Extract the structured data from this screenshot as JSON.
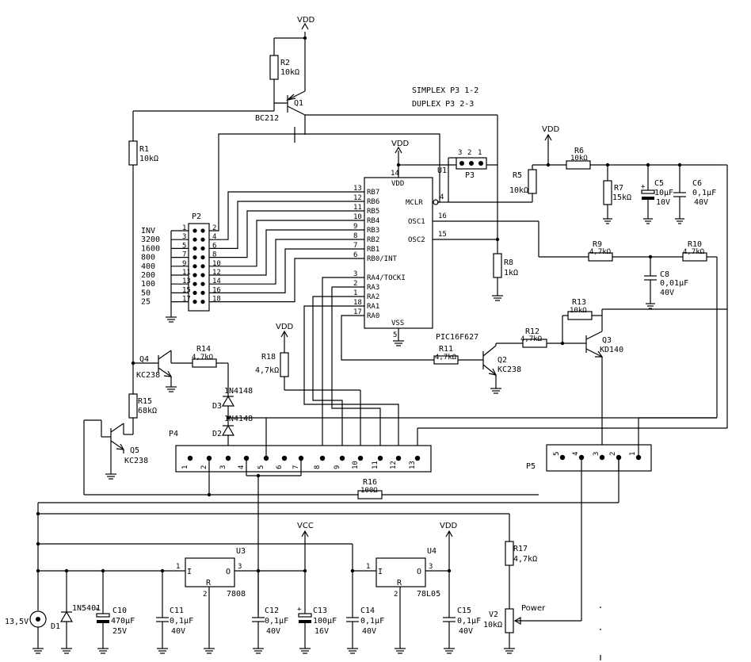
{
  "notes": {
    "simplex": "SIMPLEX  P3 1-2",
    "duplex": "DUPLEX   P3 2-3"
  },
  "power": {
    "vdd": "VDD",
    "vcc": "VCC",
    "supply": "13,5V",
    "power_label": "Power"
  },
  "u1": {
    "ref": "U1",
    "part": "PIC16F627",
    "pins_left": [
      {
        "num": "13",
        "name": "RB7"
      },
      {
        "num": "12",
        "name": "RB6"
      },
      {
        "num": "11",
        "name": "RB5"
      },
      {
        "num": "10",
        "name": "RB4"
      },
      {
        "num": "9",
        "name": "RB3"
      },
      {
        "num": "8",
        "name": "RB2"
      },
      {
        "num": "7",
        "name": "RB1"
      },
      {
        "num": "6",
        "name": "RB0/INT"
      },
      {
        "num": "3",
        "name": "RA4/TOCKI"
      },
      {
        "num": "2",
        "name": "RA3"
      },
      {
        "num": "1",
        "name": "RA2"
      },
      {
        "num": "18",
        "name": "RA1"
      },
      {
        "num": "17",
        "name": "RA0"
      }
    ],
    "vdd_pin": {
      "num": "14",
      "name": "VDD"
    },
    "vss_pin": {
      "num": "5",
      "name": "VSS"
    },
    "mclr": {
      "num": "4",
      "name": "MCLR"
    },
    "osc1": {
      "num": "16",
      "name": "OSC1"
    },
    "osc2": {
      "num": "15",
      "name": "OSC2"
    }
  },
  "p2": {
    "ref": "P2",
    "labels": [
      "INV",
      "3200",
      "1600",
      "800",
      "400",
      "200",
      "100",
      "50",
      "25"
    ],
    "left_pins": [
      "1",
      "3",
      "5",
      "7",
      "9",
      "11",
      "13",
      "15",
      "17"
    ],
    "right_pins": [
      "2",
      "4",
      "6",
      "8",
      "10",
      "12",
      "14",
      "16",
      "18"
    ]
  },
  "p3": {
    "ref": "P3",
    "pins": [
      "3",
      "2",
      "1"
    ]
  },
  "p4": {
    "ref": "P4",
    "pins": [
      "1",
      "2",
      "3",
      "4",
      "5",
      "6",
      "7",
      "8",
      "9",
      "10",
      "11",
      "12",
      "13"
    ]
  },
  "p5": {
    "ref": "P5",
    "pins": [
      "5",
      "4",
      "3",
      "2",
      "1"
    ]
  },
  "resistors": {
    "r1": {
      "ref": "R1",
      "val": "10kΩ"
    },
    "r2": {
      "ref": "R2",
      "val": "10kΩ"
    },
    "r5": {
      "ref": "R5",
      "val": "10kΩ"
    },
    "r6": {
      "ref": "R6",
      "val": "10kΩ"
    },
    "r7": {
      "ref": "R7",
      "val": "15kΩ"
    },
    "r8": {
      "ref": "R8",
      "val": "1kΩ"
    },
    "r9": {
      "ref": "R9",
      "val": "4,7kΩ"
    },
    "r10": {
      "ref": "R10",
      "val": "4,7kΩ"
    },
    "r11": {
      "ref": "R11",
      "val": "4,7kΩ"
    },
    "r12": {
      "ref": "R12",
      "val": "4,7kΩ"
    },
    "r13": {
      "ref": "R13",
      "val": "10kΩ"
    },
    "r14": {
      "ref": "R14",
      "val": "4,7kΩ"
    },
    "r15": {
      "ref": "R15",
      "val": "68kΩ"
    },
    "r16": {
      "ref": "R16",
      "val": "100Ω"
    },
    "r17": {
      "ref": "R17",
      "val": "4,7kΩ"
    },
    "r18": {
      "ref": "R18",
      "val": "4,7kΩ"
    }
  },
  "capacitors": {
    "c5": {
      "ref": "C5",
      "val": "10µF",
      "v": "10V"
    },
    "c6": {
      "ref": "C6",
      "val": "0,1µF",
      "v": "40V"
    },
    "c8": {
      "ref": "C8",
      "val": "0,01µF",
      "v": "40V"
    },
    "c10": {
      "ref": "C10",
      "val": "470µF",
      "v": "25V"
    },
    "c11": {
      "ref": "C11",
      "val": "0,1µF",
      "v": "40V"
    },
    "c12": {
      "ref": "C12",
      "val": "0,1µF",
      "v": "40V"
    },
    "c13": {
      "ref": "C13",
      "val": "100µF",
      "v": "16V"
    },
    "c14": {
      "ref": "C14",
      "val": "0,1µF",
      "v": "40V"
    },
    "c15": {
      "ref": "C15",
      "val": "0,1µF",
      "v": "40V"
    }
  },
  "transistors": {
    "q1": {
      "ref": "Q1",
      "part": "BC212"
    },
    "q2": {
      "ref": "Q2",
      "part": "KC238"
    },
    "q3": {
      "ref": "Q3",
      "part": "KD140"
    },
    "q4": {
      "ref": "Q4",
      "part": "KC238"
    },
    "q5": {
      "ref": "Q5",
      "part": "KC238"
    }
  },
  "diodes": {
    "d1": {
      "ref": "D1",
      "part": "1N5401"
    },
    "d2": {
      "ref": "D2",
      "part": "1N4148"
    },
    "d3": {
      "ref": "D3",
      "part": "1N4148"
    }
  },
  "regulators": {
    "u3": {
      "ref": "U3",
      "part": "7808",
      "i": "I",
      "o": "O",
      "r": "R",
      "p1": "1",
      "p2": "2",
      "p3": "3"
    },
    "u4": {
      "ref": "U4",
      "part": "78L05",
      "i": "I",
      "o": "O",
      "r": "R",
      "p1": "1",
      "p2": "2",
      "p3": "3"
    }
  },
  "pot": {
    "ref": "V2",
    "val": "10kΩ"
  }
}
